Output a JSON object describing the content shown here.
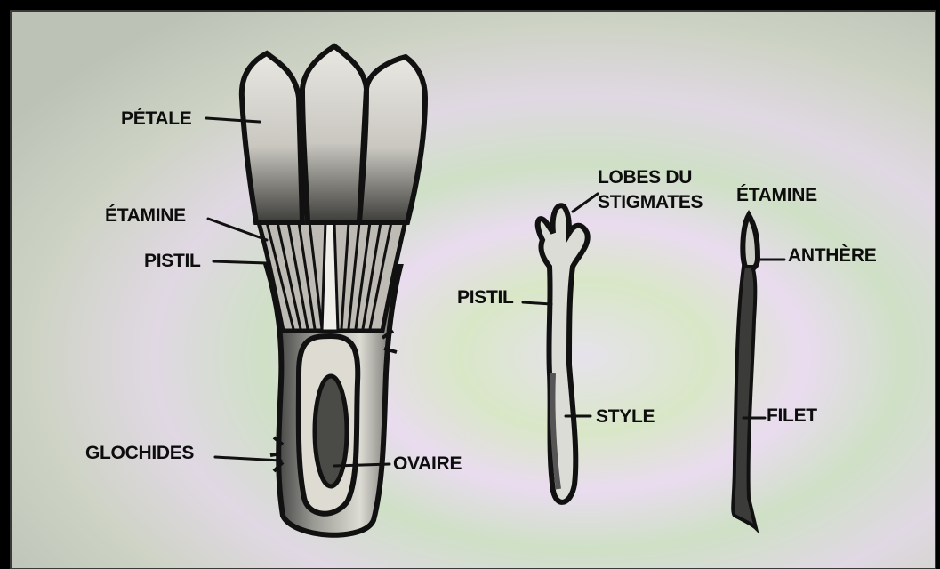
{
  "diagram": {
    "flower": {
      "labels": {
        "petal": "PÉTALE",
        "stamen": "ÉTAMINE",
        "pistil": "PISTIL",
        "glochids": "GLOCHIDES",
        "ovary": "OVAIRE"
      }
    },
    "pistil_detail": {
      "labels": {
        "stigma_line1": "LOBES DU",
        "stigma_line2": "STIGMATES",
        "pistil": "PISTIL",
        "style": "STYLE"
      }
    },
    "stamen_detail": {
      "labels": {
        "title": "ÉTAMINE",
        "anther": "ANTHÈRE",
        "filament": "FILET"
      }
    }
  },
  "colors": {
    "ink": "#111111",
    "photo_background": "#c9cdbf",
    "frame": "#000000"
  }
}
